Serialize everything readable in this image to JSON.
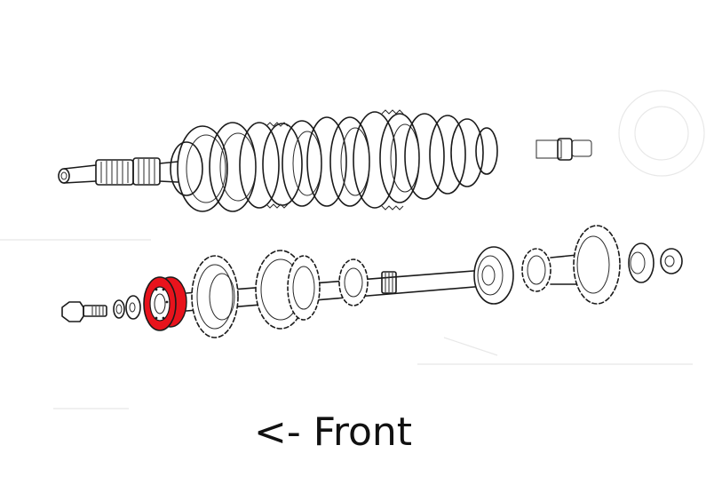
{
  "diagram": {
    "type": "exploded-technical-drawing",
    "subject": "Gearbox mainshaft and layshaft assembly",
    "caption": "<- Front",
    "highlight_color": "#e8131c",
    "line_color": "#1a1a1a",
    "background_color": "#ffffff",
    "assemblies": [
      {
        "name": "upper-mainshaft-assembly",
        "parts": [
          "input-shaft-spline",
          "synchro-hubs",
          "gear-cluster",
          "rear-shaft-end"
        ]
      },
      {
        "name": "lower-layshaft-assembly",
        "parts": [
          {
            "name": "bolt",
            "highlighted": false
          },
          {
            "name": "spring-washer",
            "highlighted": false
          },
          {
            "name": "flat-washer",
            "highlighted": false
          },
          {
            "name": "front-bearing",
            "highlighted": true
          },
          {
            "name": "layshaft-gear-1",
            "highlighted": false
          },
          {
            "name": "layshaft-gear-2",
            "highlighted": false
          },
          {
            "name": "layshaft-gear-3",
            "highlighted": false
          },
          {
            "name": "splined-shaft",
            "highlighted": false
          },
          {
            "name": "center-bearing",
            "highlighted": false
          },
          {
            "name": "small-gear",
            "highlighted": false
          },
          {
            "name": "large-gear",
            "highlighted": false
          },
          {
            "name": "rear-bearing",
            "highlighted": false
          },
          {
            "name": "nut",
            "highlighted": false
          }
        ]
      }
    ]
  }
}
